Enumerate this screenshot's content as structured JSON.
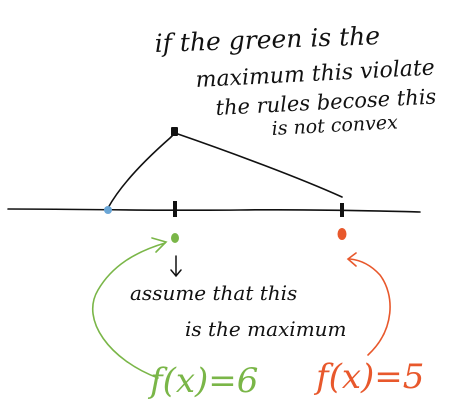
{
  "notes": {
    "top_line1": "if the green is the",
    "top_line2": "maximum this violate",
    "top_line3": "the rules becose this",
    "top_line4": "is not convex",
    "assume_line1": "assume that this",
    "assume_line2": "is the maximum",
    "f_green": "f(x)=6",
    "f_red": "f(x)=5"
  },
  "colors": {
    "ink": "#111111",
    "green": "#7ab648",
    "red": "#e8582c",
    "blue": "#6aa6d6"
  }
}
